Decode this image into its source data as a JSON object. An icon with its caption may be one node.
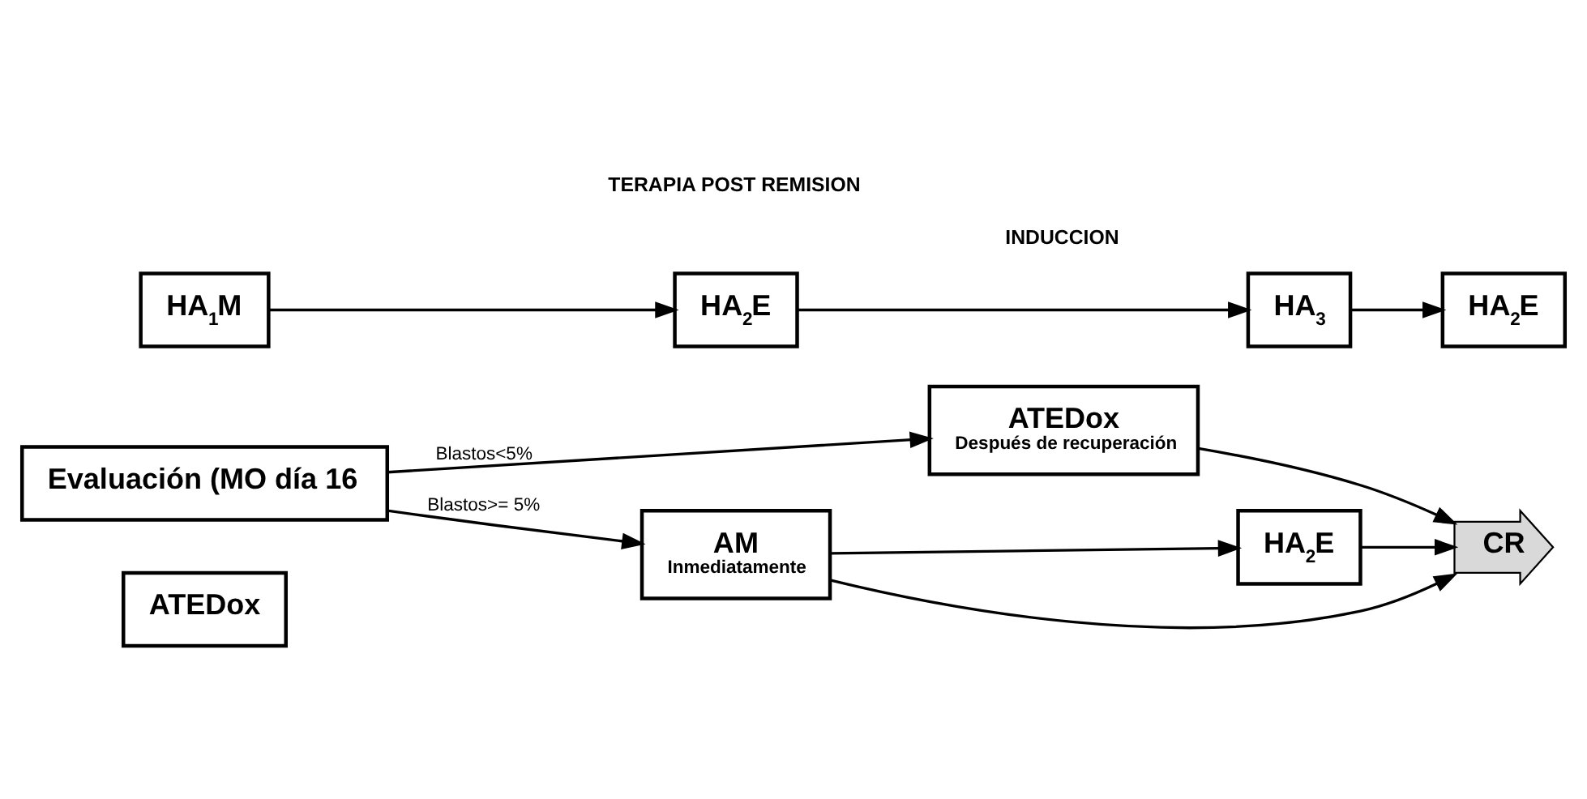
{
  "diagram": {
    "nodes": [
      {
        "text": [
          "ATEDox"
        ]
      },
      {
        "text": [
          "Evaluación (MO día 16"
        ]
      },
      {
        "text": [
          "ATEDox",
          "Después de recuperación"
        ]
      },
      {
        "text": [
          "AM",
          "Inmediatamente"
        ]
      },
      {
        "text": [
          "HA$_{2}$E"
        ]
      },
      {
        "text": [
          "CR"
        ]
      },
      {
        "text": [
          "HA$_{1}$M"
        ]
      },
      {
        "text": [
          "HA$_{2}$E"
        ]
      },
      {
        "text": [
          "HA$_{3}$"
        ]
      },
      {
        "text": [
          "HA$_{2}$E"
        ]
      }
    ],
    "edges": [
      {
        "from": 1,
        "to": 2,
        "arrow": "to",
        "label": "Blastos<5%"
      },
      {
        "from": 1,
        "to": 3,
        "arrow": "to",
        "label": "Blastos>= 5%"
      },
      {
        "from": 2,
        "to": 5,
        "arrow": "to"
      },
      {
        "from": 3,
        "to": 5,
        "arrow": "to"
      },
      {
        "from": 3,
        "to": 4,
        "arrow": "to"
      },
      {
        "from": 4,
        "to": 5,
        "arrow": "to"
      },
      {
        "from": 6,
        "to": 7,
        "arrow": "to"
      },
      {
        "from": 7,
        "to": 8,
        "arrow": "to"
      },
      {
        "from": 8,
        "to": 9,
        "arrow": "to"
      }
    ],
    "labels": [
      "INDUCCION",
      "TERAPIA POST REMISION"
    ]
  }
}
